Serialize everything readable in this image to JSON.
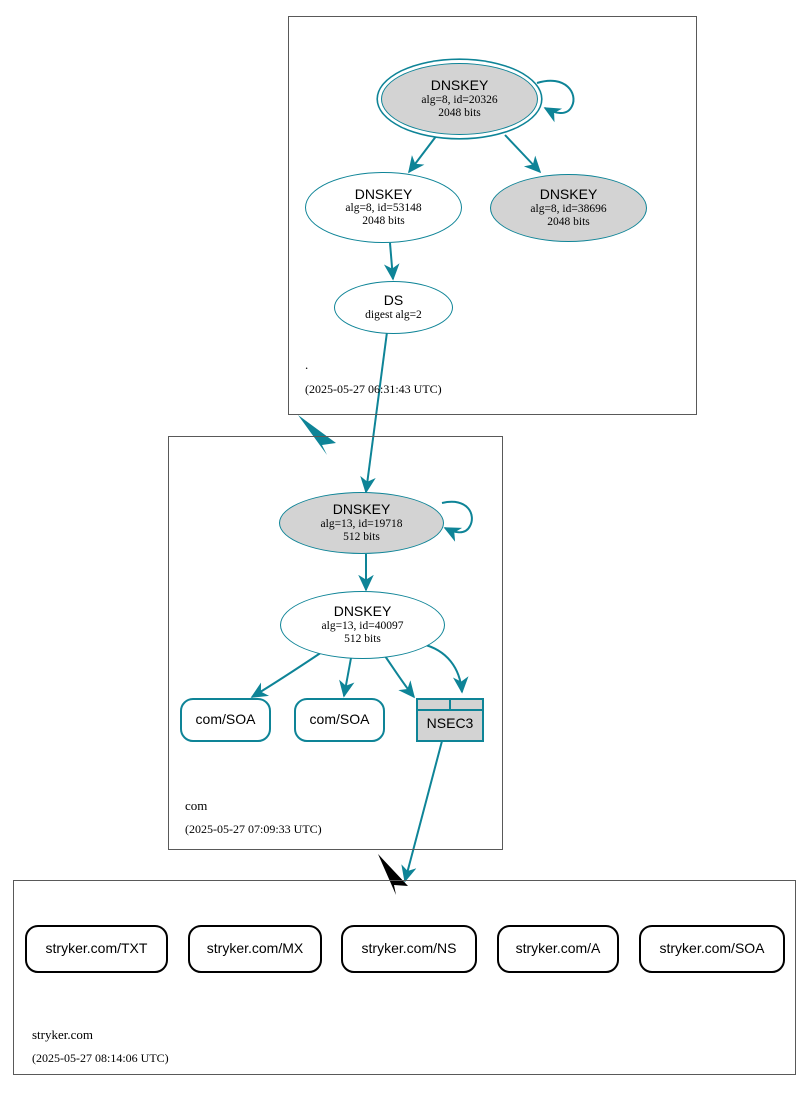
{
  "colors": {
    "edge_teal": "#0e8497",
    "node_fill_shaded": "#d3d3d3",
    "node_fill_plain": "#ffffff",
    "zone_border": "#595959",
    "insecure_black": "#000000"
  },
  "zones": [
    {
      "id": "root",
      "name": ".",
      "timestamp": "(2025-05-27 06:31:43 UTC)",
      "nodes": [
        {
          "id": "root-ksk",
          "kind": "dnskey-trust-anchor",
          "line1": "DNSKEY",
          "line2": "alg=8, id=20326",
          "line3": "2048 bits"
        },
        {
          "id": "root-zsk",
          "kind": "dnskey",
          "line1": "DNSKEY",
          "line2": "alg=8, id=53148",
          "line3": "2048 bits"
        },
        {
          "id": "root-dnskey-38696",
          "kind": "dnskey",
          "line1": "DNSKEY",
          "line2": "alg=8, id=38696",
          "line3": "2048 bits"
        },
        {
          "id": "root-ds",
          "kind": "ds",
          "line1": "DS",
          "line2": "digest alg=2",
          "line3": ""
        }
      ]
    },
    {
      "id": "com",
      "name": "com",
      "timestamp": "(2025-05-27 07:09:33 UTC)",
      "nodes": [
        {
          "id": "com-ksk",
          "kind": "dnskey",
          "line1": "DNSKEY",
          "line2": "alg=13, id=19718",
          "line3": "512 bits"
        },
        {
          "id": "com-zsk",
          "kind": "dnskey",
          "line1": "DNSKEY",
          "line2": "alg=13, id=40097",
          "line3": "512 bits"
        },
        {
          "id": "com-soa-1",
          "kind": "rrset",
          "line1": "com/SOA",
          "line2": "",
          "line3": ""
        },
        {
          "id": "com-soa-2",
          "kind": "rrset",
          "line1": "com/SOA",
          "line2": "",
          "line3": ""
        },
        {
          "id": "com-nsec3",
          "kind": "nsec3",
          "line1": "NSEC3",
          "line2": "",
          "line3": ""
        }
      ]
    },
    {
      "id": "stryker",
      "name": "stryker.com",
      "timestamp": "(2025-05-27 08:14:06 UTC)",
      "nodes": [
        {
          "id": "stryker-txt",
          "kind": "rrset-insecure",
          "line1": "stryker.com/TXT",
          "line2": "",
          "line3": ""
        },
        {
          "id": "stryker-mx",
          "kind": "rrset-insecure",
          "line1": "stryker.com/MX",
          "line2": "",
          "line3": ""
        },
        {
          "id": "stryker-ns",
          "kind": "rrset-insecure",
          "line1": "stryker.com/NS",
          "line2": "",
          "line3": ""
        },
        {
          "id": "stryker-a",
          "kind": "rrset-insecure",
          "line1": "stryker.com/A",
          "line2": "",
          "line3": ""
        },
        {
          "id": "stryker-soa",
          "kind": "rrset-insecure",
          "line1": "stryker.com/SOA",
          "line2": "",
          "line3": ""
        }
      ]
    }
  ]
}
